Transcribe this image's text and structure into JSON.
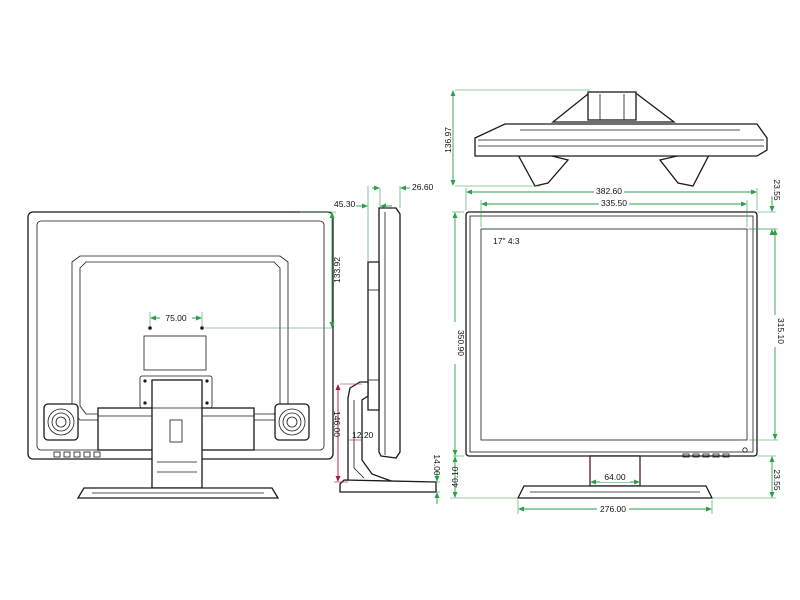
{
  "colors": {
    "outline": "#1a1a1a",
    "dimension": "#2e9e4a",
    "leader": "#b0143a",
    "text": "#111111"
  },
  "top_view": {
    "depth_label": "136.97"
  },
  "back_view": {
    "vesa_label": "75.00",
    "mount_height_label": "133.92"
  },
  "side_view": {
    "thickness_label": "45.30",
    "bezel_label": "26.60",
    "stand_height_label": "146.00",
    "stand_offset_label": "12.20",
    "base_label": "14.00"
  },
  "front_view": {
    "overall_width_label": "382.60",
    "screen_width_label": "335.50",
    "top_bezel_label": "23.55",
    "overall_height_label": "350.90",
    "screen_height_label": "315.10",
    "bottom_label": "40.10",
    "neck_width_label": "64.00",
    "base_width_label": "276.00",
    "base_height_label": "23.55",
    "screen_spec": "17\"   4:3"
  }
}
